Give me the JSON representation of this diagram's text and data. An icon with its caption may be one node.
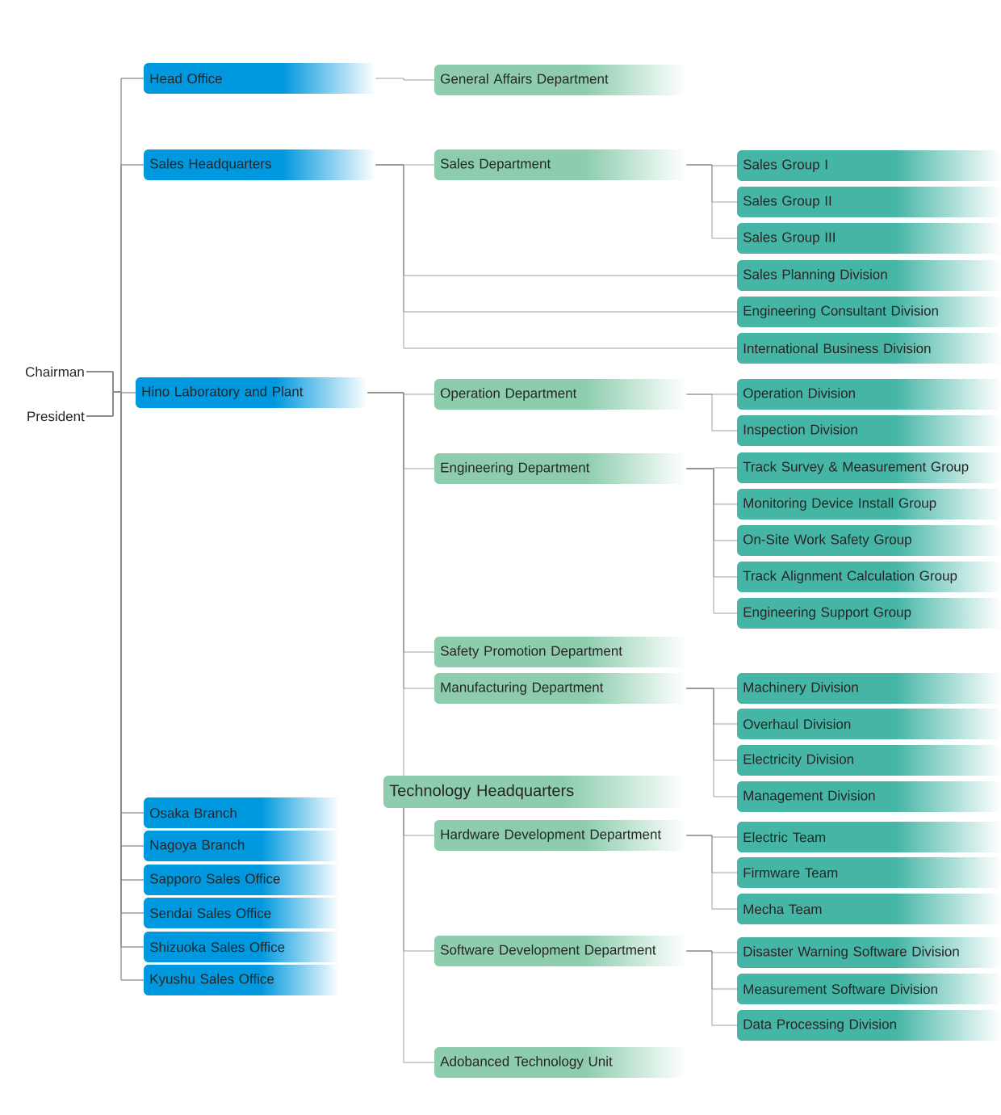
{
  "diagram": {
    "nodes": [
      {
        "text": [
          "Chairman"
        ]
      },
      {
        "text": [
          "President"
        ]
      },
      {
        "text": [
          "Head Office"
        ]
      },
      {
        "text": [
          "General Affairs Department"
        ]
      },
      {
        "text": [
          "Sales Headquarters"
        ]
      },
      {
        "text": [
          "Sales Department"
        ]
      },
      {
        "text": [
          "Sales Group I"
        ]
      },
      {
        "text": [
          "Sales Group II"
        ]
      },
      {
        "text": [
          "Sales Group III"
        ]
      },
      {
        "text": [
          "Sales Planning Division"
        ]
      },
      {
        "text": [
          "Engineering Consultant Division"
        ]
      },
      {
        "text": [
          "International Business Division"
        ]
      },
      {
        "text": [
          "Hino Laboratory and Plant"
        ]
      },
      {
        "text": [
          "Operation Department"
        ]
      },
      {
        "text": [
          "Operation Division"
        ]
      },
      {
        "text": [
          "Inspection Division"
        ]
      },
      {
        "text": [
          "Engineering Department"
        ]
      },
      {
        "text": [
          "Track Survey & Measurement Group"
        ]
      },
      {
        "text": [
          "Monitoring Device Install Group"
        ]
      },
      {
        "text": [
          "On-Site Work Safety Group"
        ]
      },
      {
        "text": [
          "Track Alignment Calculation Group"
        ]
      },
      {
        "text": [
          "Engineering Support Group"
        ]
      },
      {
        "text": [
          "Safety Promotion Department"
        ]
      },
      {
        "text": [
          "Manufacturing Department"
        ]
      },
      {
        "text": [
          "Machinery Division"
        ]
      },
      {
        "text": [
          "Overhaul Division"
        ]
      },
      {
        "text": [
          "Electricity Division"
        ]
      },
      {
        "text": [
          "Management Division"
        ]
      },
      {
        "text": [
          "Technology Headquarters"
        ]
      },
      {
        "text": [
          "Hardware Development Department"
        ]
      },
      {
        "text": [
          "Electric Team"
        ]
      },
      {
        "text": [
          "Firmware Team"
        ]
      },
      {
        "text": [
          "Mecha Team"
        ]
      },
      {
        "text": [
          "Software Development Department"
        ]
      },
      {
        "text": [
          "Disaster Warning Software Division"
        ]
      },
      {
        "text": [
          "Measurement Software Division"
        ]
      },
      {
        "text": [
          "Data Processing Division"
        ]
      },
      {
        "text": [
          "Adobanced Technology Unit"
        ]
      },
      {
        "text": [
          "Osaka Branch"
        ]
      },
      {
        "text": [
          "Nagoya Branch"
        ]
      },
      {
        "text": [
          "Sapporo Sales Office"
        ]
      },
      {
        "text": [
          "Sendai Sales Office"
        ]
      },
      {
        "text": [
          "Shizuoka Sales Office"
        ]
      },
      {
        "text": [
          "Kyushu Sales Office"
        ]
      }
    ],
    "edges": [
      {
        "from": 0,
        "to": 2,
        "arrow": "none"
      },
      {
        "from": 1,
        "to": 2,
        "arrow": "none"
      },
      {
        "from": 0,
        "to": 4,
        "arrow": "none"
      },
      {
        "from": 1,
        "to": 4,
        "arrow": "none"
      },
      {
        "from": 0,
        "to": 12,
        "arrow": "none"
      },
      {
        "from": 1,
        "to": 12,
        "arrow": "none"
      },
      {
        "from": 0,
        "to": 38,
        "arrow": "none"
      },
      {
        "from": 1,
        "to": 38,
        "arrow": "none"
      },
      {
        "from": 0,
        "to": 39,
        "arrow": "none"
      },
      {
        "from": 1,
        "to": 39,
        "arrow": "none"
      },
      {
        "from": 0,
        "to": 40,
        "arrow": "none"
      },
      {
        "from": 1,
        "to": 40,
        "arrow": "none"
      },
      {
        "from": 0,
        "to": 41,
        "arrow": "none"
      },
      {
        "from": 1,
        "to": 41,
        "arrow": "none"
      },
      {
        "from": 0,
        "to": 42,
        "arrow": "none"
      },
      {
        "from": 1,
        "to": 42,
        "arrow": "none"
      },
      {
        "from": 0,
        "to": 43,
        "arrow": "none"
      },
      {
        "from": 1,
        "to": 43,
        "arrow": "none"
      },
      {
        "from": 2,
        "to": 3,
        "arrow": "none"
      },
      {
        "from": 4,
        "to": 5,
        "arrow": "none"
      },
      {
        "from": 4,
        "to": 9,
        "arrow": "none"
      },
      {
        "from": 4,
        "to": 10,
        "arrow": "none"
      },
      {
        "from": 4,
        "to": 11,
        "arrow": "none"
      },
      {
        "from": 5,
        "to": 6,
        "arrow": "none"
      },
      {
        "from": 5,
        "to": 7,
        "arrow": "none"
      },
      {
        "from": 5,
        "to": 8,
        "arrow": "none"
      },
      {
        "from": 12,
        "to": 13,
        "arrow": "none"
      },
      {
        "from": 12,
        "to": 16,
        "arrow": "none"
      },
      {
        "from": 12,
        "to": 22,
        "arrow": "none"
      },
      {
        "from": 12,
        "to": 23,
        "arrow": "none"
      },
      {
        "from": 12,
        "to": 28,
        "arrow": "none"
      },
      {
        "from": 13,
        "to": 14,
        "arrow": "none"
      },
      {
        "from": 13,
        "to": 15,
        "arrow": "none"
      },
      {
        "from": 16,
        "to": 17,
        "arrow": "none"
      },
      {
        "from": 16,
        "to": 18,
        "arrow": "none"
      },
      {
        "from": 16,
        "to": 19,
        "arrow": "none"
      },
      {
        "from": 16,
        "to": 20,
        "arrow": "none"
      },
      {
        "from": 16,
        "to": 21,
        "arrow": "none"
      },
      {
        "from": 23,
        "to": 24,
        "arrow": "none"
      },
      {
        "from": 23,
        "to": 25,
        "arrow": "none"
      },
      {
        "from": 23,
        "to": 26,
        "arrow": "none"
      },
      {
        "from": 23,
        "to": 27,
        "arrow": "none"
      },
      {
        "from": 28,
        "to": 29,
        "arrow": "none"
      },
      {
        "from": 28,
        "to": 33,
        "arrow": "none"
      },
      {
        "from": 28,
        "to": 37,
        "arrow": "none"
      },
      {
        "from": 29,
        "to": 30,
        "arrow": "none"
      },
      {
        "from": 29,
        "to": 31,
        "arrow": "none"
      },
      {
        "from": 29,
        "to": 32,
        "arrow": "none"
      },
      {
        "from": 33,
        "to": 34,
        "arrow": "none"
      },
      {
        "from": 33,
        "to": 35,
        "arrow": "none"
      },
      {
        "from": 33,
        "to": 36,
        "arrow": "none"
      }
    ]
  }
}
